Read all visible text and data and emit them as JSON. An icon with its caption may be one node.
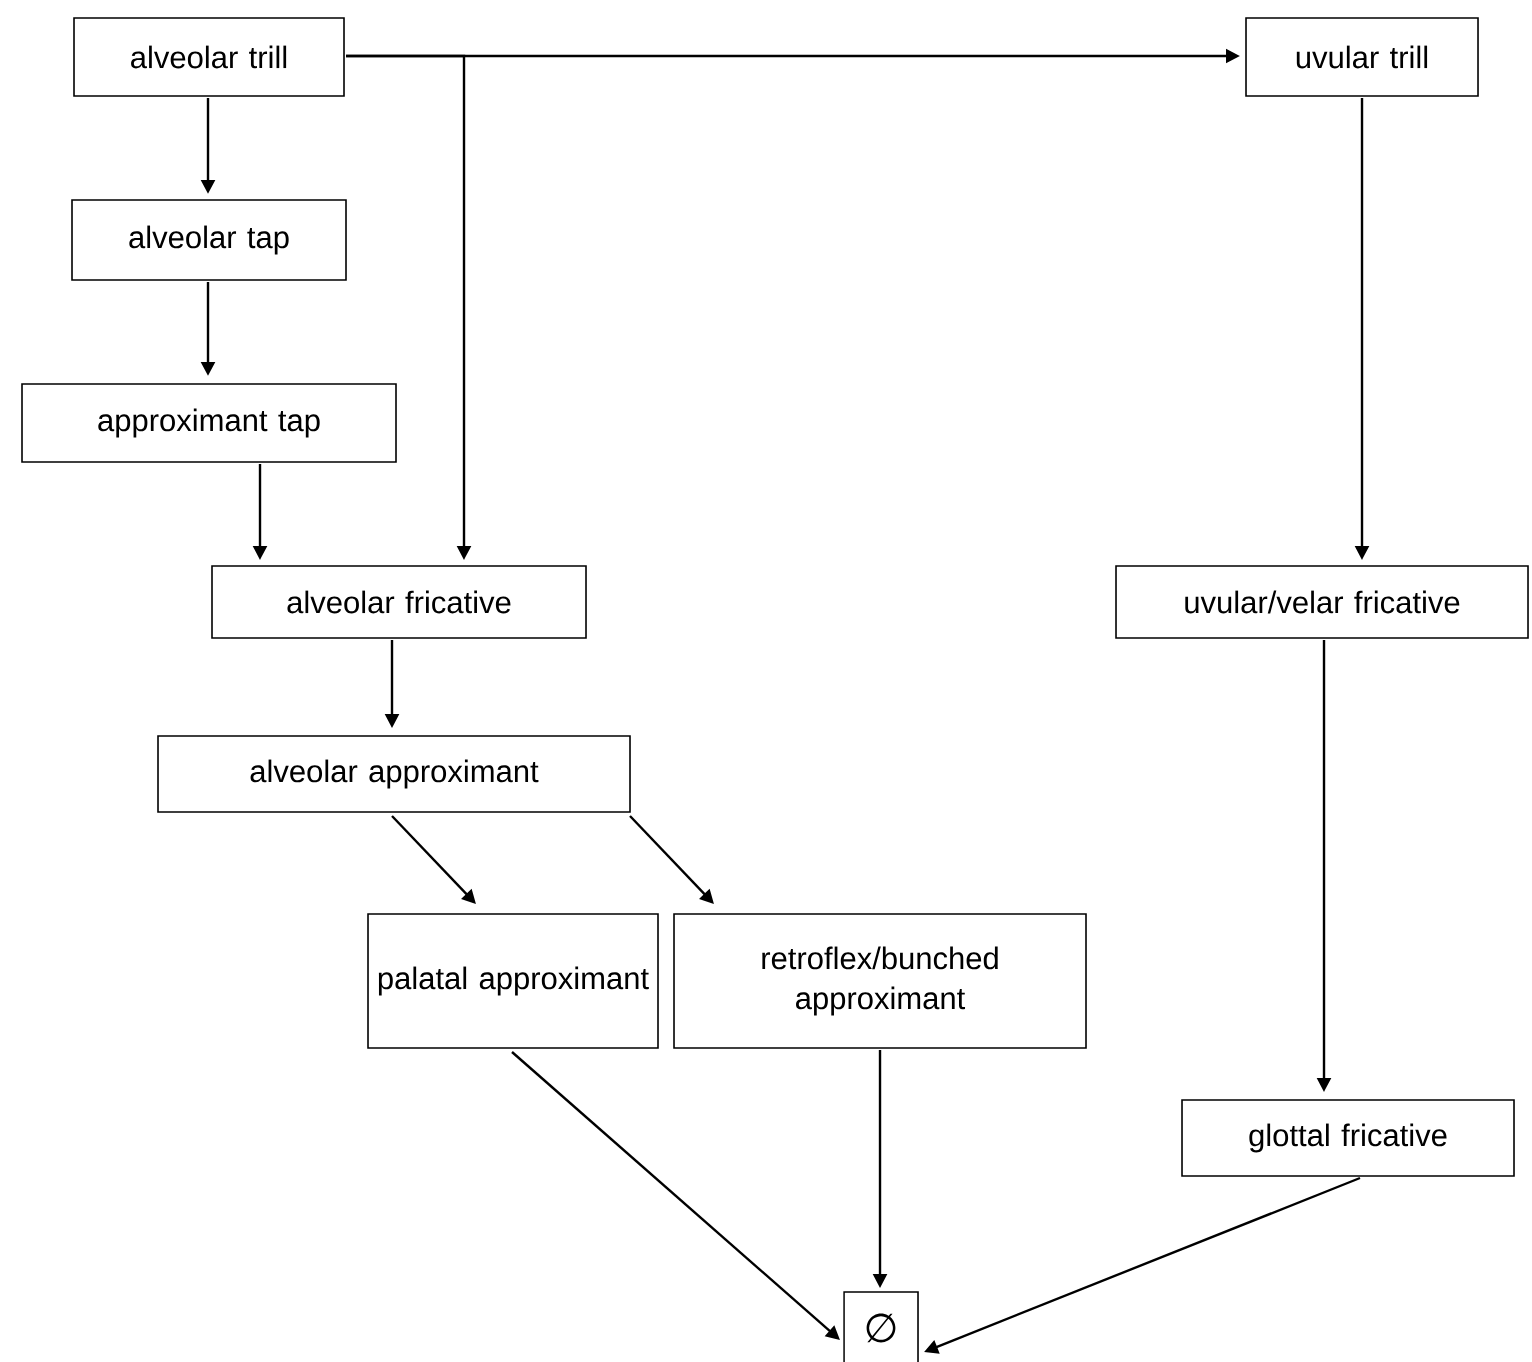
{
  "diagram": {
    "nodes": [
      {
        "text": [
          "alveolar trill"
        ]
      },
      {
        "text": [
          "alveolar tap"
        ]
      },
      {
        "text": [
          "approximant tap"
        ]
      },
      {
        "text": [
          "alveolar fricative"
        ]
      },
      {
        "text": [
          "uvular trill"
        ]
      },
      {
        "text": [
          "uvular/velar fricative"
        ]
      },
      {
        "text": [
          "alveolar approximant"
        ]
      },
      {
        "text": [
          "palatal approximant"
        ]
      },
      {
        "text": [
          "retroflex/bunched approximant"
        ]
      },
      {
        "text": [
          "glottal fricative"
        ]
      },
      {
        "text": [
          "∅"
        ]
      }
    ],
    "edges": [
      {
        "from": 0,
        "to": 1,
        "arrow": "to"
      },
      {
        "from": 1,
        "to": 2,
        "arrow": "to"
      },
      {
        "from": 2,
        "to": 3,
        "arrow": "to"
      },
      {
        "from": 0,
        "to": 3,
        "arrow": "to"
      },
      {
        "from": 0,
        "to": 4,
        "arrow": "to"
      },
      {
        "from": 4,
        "to": 5,
        "arrow": "to"
      },
      {
        "from": 3,
        "to": 6,
        "arrow": "to"
      },
      {
        "from": 6,
        "to": 7,
        "arrow": "to"
      },
      {
        "from": 6,
        "to": 8,
        "arrow": "to"
      },
      {
        "from": 5,
        "to": 9,
        "arrow": "to"
      },
      {
        "from": 7,
        "to": 10,
        "arrow": "to"
      },
      {
        "from": 8,
        "to": 10,
        "arrow": "to"
      },
      {
        "from": 9,
        "to": 10,
        "arrow": "to"
      }
    ]
  }
}
